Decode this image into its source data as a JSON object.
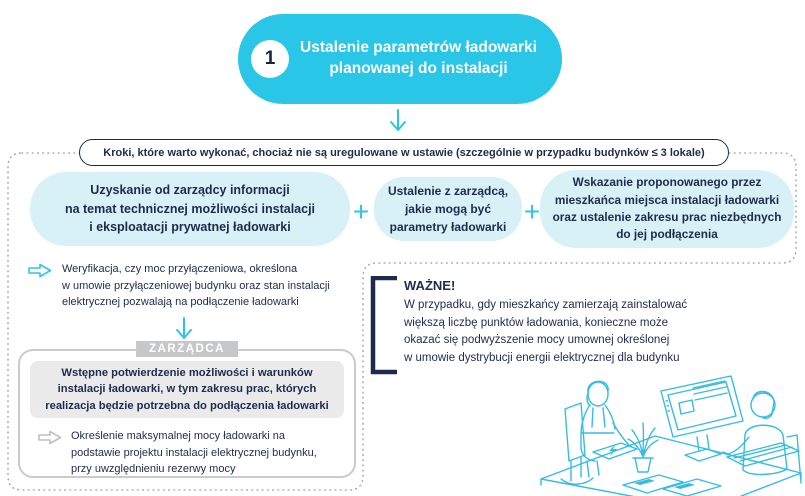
{
  "step": {
    "number": "1",
    "title": "Ustalenie parametrów ładowarki\nplanowanej do instalacji"
  },
  "banner": {
    "text": "Kroki, które warto wykonać, chociaż nie są uregulowane w ustawie (szczególnie w przypadku budynków ≤ 3 lokale)"
  },
  "plus_sign": "+",
  "pills": [
    {
      "text": "Uzyskanie od zarządcy informacji\nna temat technicznej możliwości instalacji\ni eksploatacji prywatnej ładowarki"
    },
    {
      "text": "Ustalenie z zarządcą,\njakie mogą być\nparametry ładowarki"
    },
    {
      "text": "Wskazanie proponowanego przez\nmieszkańca miejsca instalacji ładowarki\noraz ustalenie zakresu prac niezbędnych\ndo jej podłączenia"
    }
  ],
  "verification_bullet": {
    "text": "Weryfikacja, czy moc przyłączeniowa, określona\nw umowie przyłączeniowej budynku oraz stan instalacji\nelektrycznej pozwalają na podłączenie ładowarki"
  },
  "manager_box": {
    "badge": "ZARZĄDCA",
    "summary": "Wstępne potwierdzenie możliwości i warunków\ninstalacji ładowarki, w tym zakresu prac, których\nrealizacja będzie potrzebna do podłączenia ładowarki",
    "bullet": "Określenie maksymalnej mocy ładowarki na\npodstawie projektu instalacji elektrycznej budynku,\nprzy uwzględnieniu rezerwy mocy"
  },
  "important_note": {
    "title": "WAŻNE!",
    "text": "W przypadku, gdy mieszkańcy zamierzają zainstalować\nwiększą liczbę punktów ładowania, konieczne może\nokazać się podwyższenie mocy umownej określonej\nw umowie dystrybucji energii elektrycznej dla budynku"
  },
  "icons": {
    "step_arrow": "down-arrow-icon",
    "bullet_arrow": "right-arrow-outline-icon",
    "illustration": "two-people-at-desk-line-art"
  },
  "colors": {
    "accent_cyan": "#29C6E8",
    "light_cyan_pill": "#D8F1F7",
    "navy_text": "#1E2B4D",
    "gray_border": "#C9CBCD",
    "gray_badge": "#C5C7C9",
    "gray_panel": "#EAEAEB",
    "illustration_stroke": "#38BCDE",
    "dashed_outline": "#A7ABB0"
  }
}
